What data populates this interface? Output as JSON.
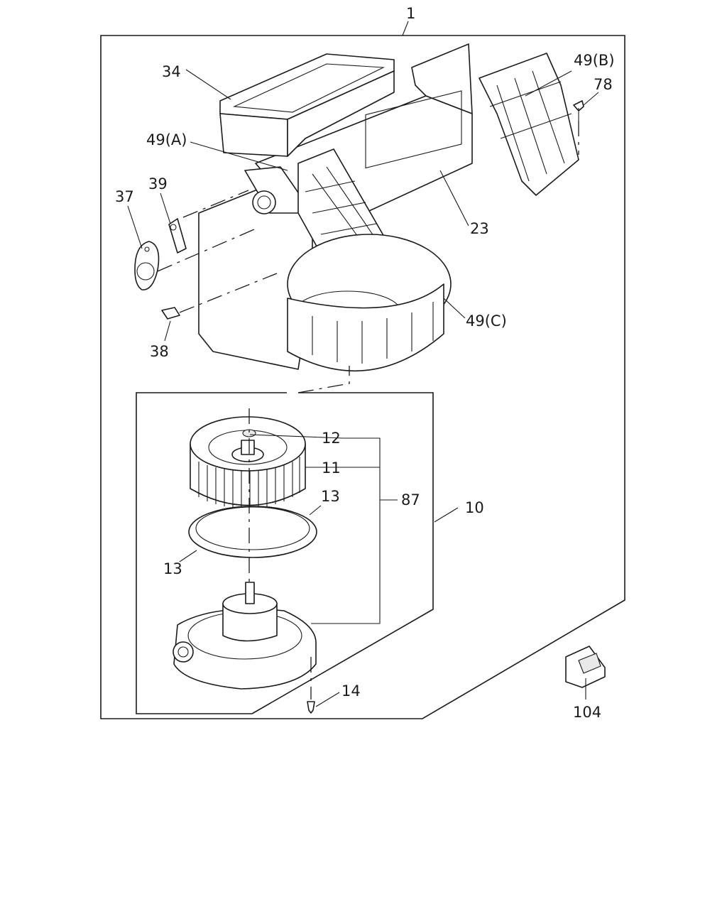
{
  "callouts": {
    "c1": "1",
    "c34": "34",
    "c49b": "49(B)",
    "c78": "78",
    "c49a": "49(A)",
    "c39": "39",
    "c37": "37",
    "c23": "23",
    "c49c": "49(C)",
    "c38": "38",
    "c12": "12",
    "c11": "11",
    "c13a": "13",
    "c87": "87",
    "c10": "10",
    "c13b": "13",
    "c14": "14",
    "c104": "104"
  }
}
